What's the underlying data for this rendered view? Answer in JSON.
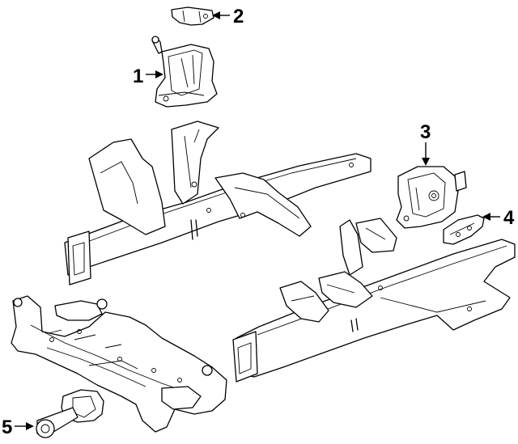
{
  "callouts": [
    {
      "label": "1"
    },
    {
      "label": "2"
    },
    {
      "label": "3"
    },
    {
      "label": "4"
    },
    {
      "label": "5"
    }
  ],
  "colors": {
    "line": "#000000",
    "background": "#ffffff"
  }
}
